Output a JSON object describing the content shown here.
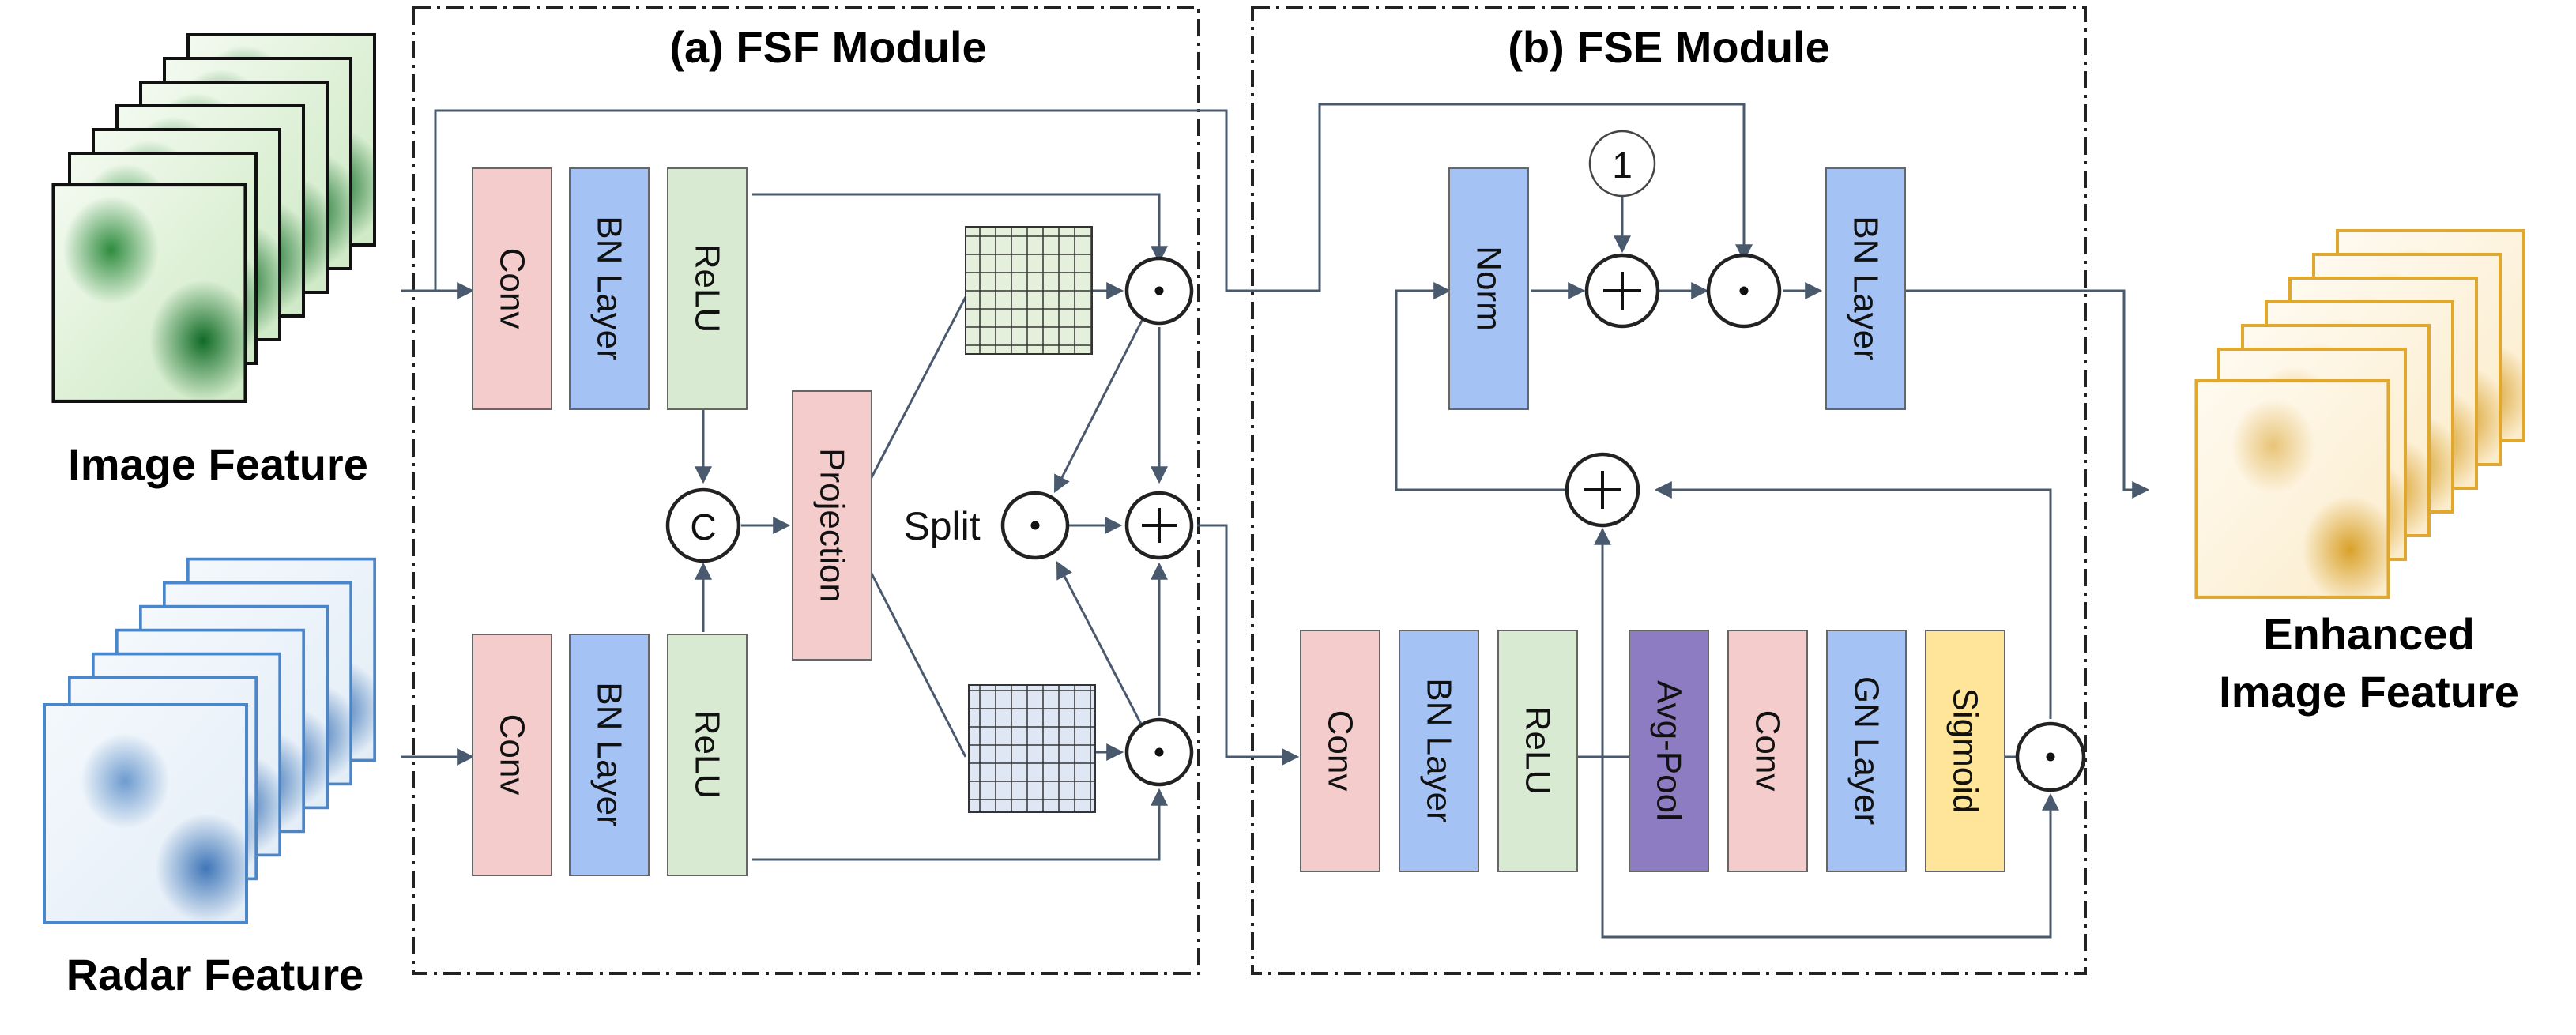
{
  "modules": {
    "fsf": {
      "title": "(a) FSF Module"
    },
    "fse": {
      "title": "(b) FSE Module"
    }
  },
  "labels": {
    "image_feature": "Image Feature",
    "radar_feature": "Radar Feature",
    "enhanced_line1": "Enhanced",
    "enhanced_line2": "Image Feature",
    "split": "Split"
  },
  "blocks": {
    "conv": "Conv",
    "bn": "BN Layer",
    "relu": "ReLU",
    "projection": "Projection",
    "norm": "Norm",
    "avgpool": "Avg-Pool",
    "gn": "GN Layer",
    "sigmoid": "Sigmoid"
  },
  "ops": {
    "concat": "C",
    "one": "1"
  },
  "colors": {
    "conv": "#f4cccc",
    "bn": "#a4c2f4",
    "relu": "#d9ead3",
    "projection": "#f4cccc",
    "norm": "#a4c2f4",
    "avgpool": "#8e7cc3",
    "gn": "#a4c2f4",
    "sigmoid": "#ffe599",
    "image_feature": "#38a852",
    "radar_feature": "#4a86c8",
    "enhanced_feature": "#e0a82e",
    "line": "#4a5a6e"
  },
  "icons": [
    "multiply-icon",
    "plus-icon",
    "concat-icon",
    "arrow-icon"
  ]
}
